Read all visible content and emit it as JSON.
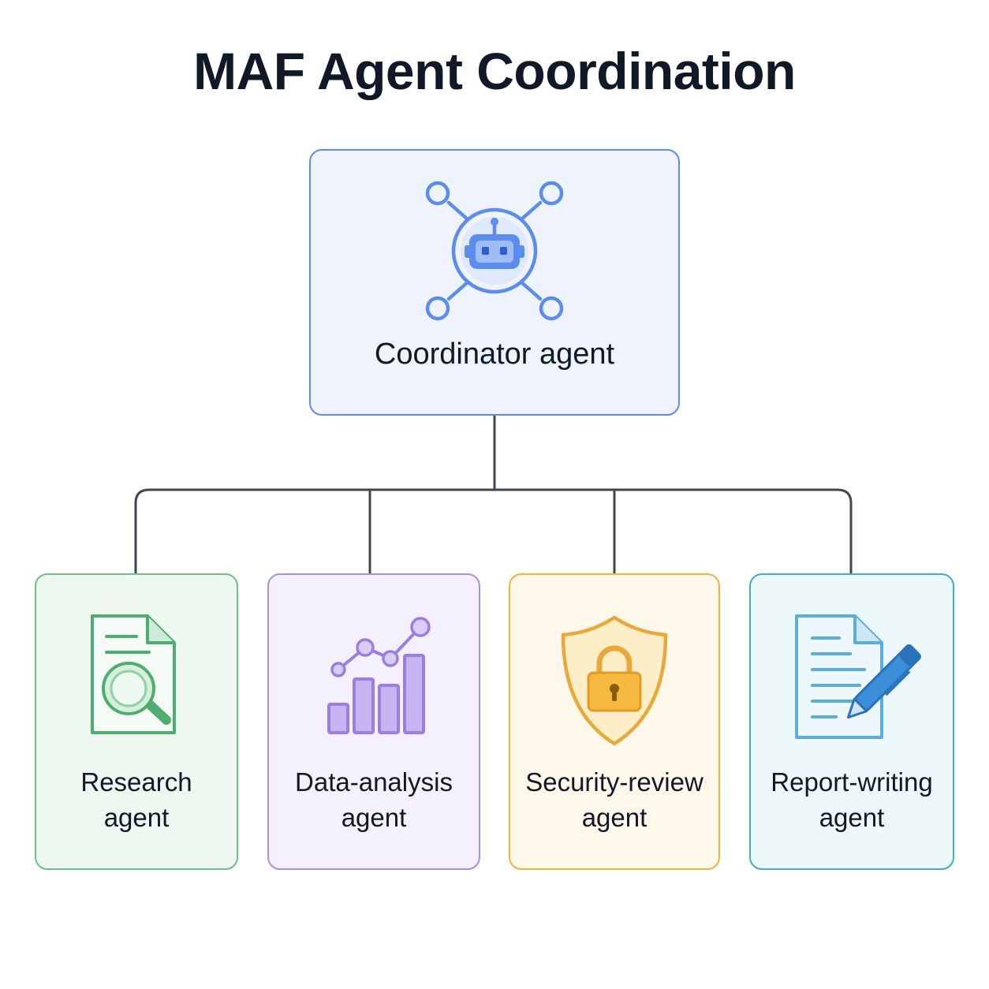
{
  "title": "MAF Agent Coordination",
  "coordinator": {
    "label": "Coordinator agent",
    "icon": "robot-network-icon",
    "color": "#5b8def"
  },
  "agents": [
    {
      "line1": "Research",
      "line2": "agent",
      "icon": "document-search-icon",
      "color": "#6cc08a"
    },
    {
      "line1": "Data-analysis",
      "line2": "agent",
      "icon": "bar-chart-trend-icon",
      "color": "#a98ee6"
    },
    {
      "line1": "Security-review",
      "line2": "agent",
      "icon": "shield-lock-icon",
      "color": "#efb43c"
    },
    {
      "line1": "Report-writing",
      "line2": "agent",
      "icon": "document-pen-icon",
      "color": "#3fb0be"
    }
  ],
  "connector_color": "#3f4653"
}
